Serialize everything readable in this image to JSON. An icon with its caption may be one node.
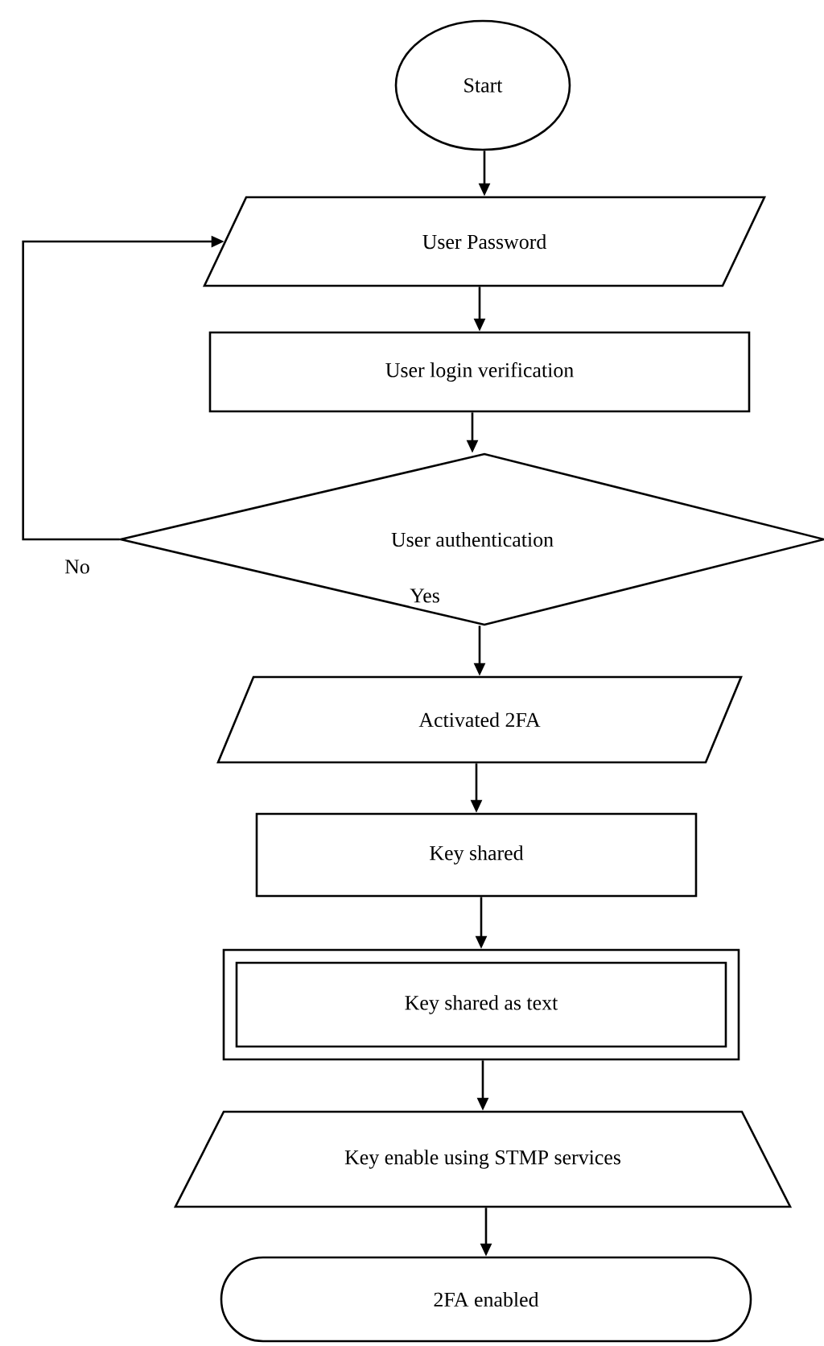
{
  "diagram": {
    "nodes": [
      {
        "text": [
          "Start"
        ]
      },
      {
        "text": [
          "User Password"
        ]
      },
      {
        "text": [
          "User login verification"
        ]
      },
      {
        "text": [
          "User authentication"
        ]
      },
      {
        "text": [
          "Activated 2FA"
        ]
      },
      {
        "text": [
          "Key shared"
        ]
      },
      {
        "text": [
          "Key shared as text"
        ]
      },
      {
        "text": [
          "Key enable using STMP services"
        ]
      },
      {
        "text": [
          "2FA enabled"
        ]
      }
    ],
    "edges": [
      {
        "from": 0,
        "to": 1,
        "arrow": "to"
      },
      {
        "from": 1,
        "to": 2,
        "arrow": "to"
      },
      {
        "from": 2,
        "to": 3,
        "arrow": "to"
      },
      {
        "from": 3,
        "to": 1,
        "arrow": "to",
        "label": "No"
      },
      {
        "from": 3,
        "to": 4,
        "arrow": "to",
        "label": "Yes"
      },
      {
        "from": 4,
        "to": 5,
        "arrow": "to"
      },
      {
        "from": 5,
        "to": 6,
        "arrow": "to"
      },
      {
        "from": 6,
        "to": 7,
        "arrow": "to"
      },
      {
        "from": 7,
        "to": 8,
        "arrow": "to"
      }
    ]
  }
}
